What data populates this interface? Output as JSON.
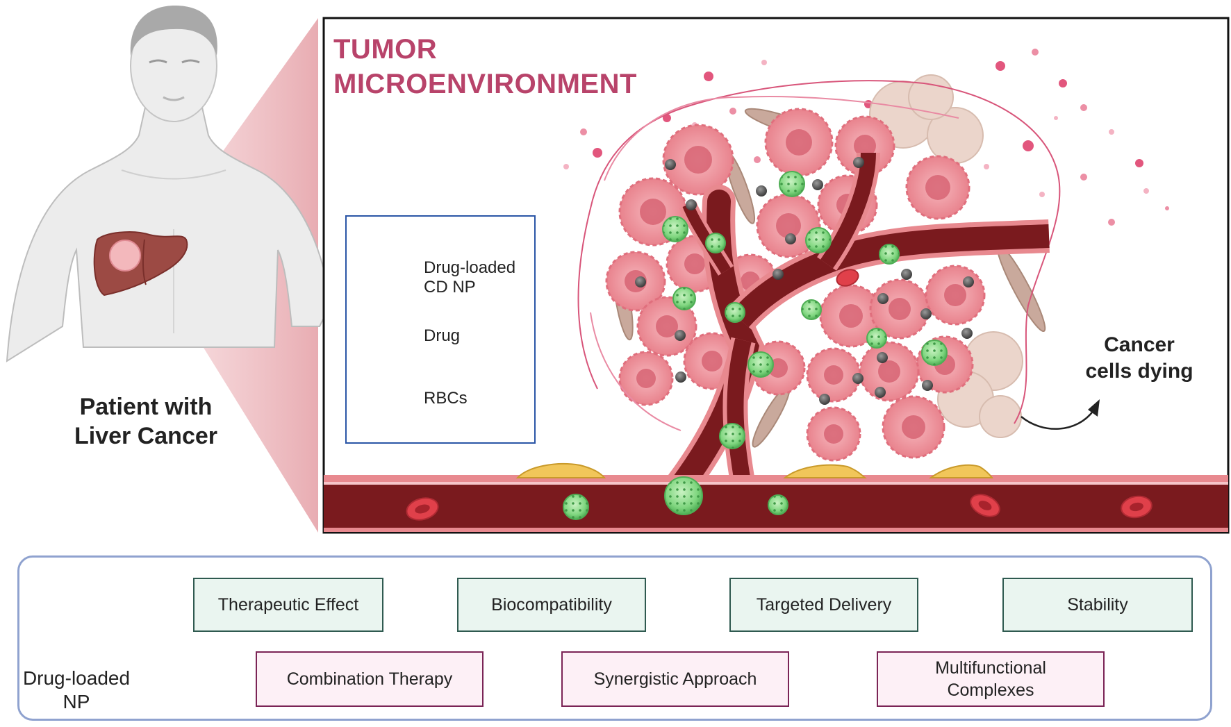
{
  "patient": {
    "label_line1": "Patient with",
    "label_line2": "Liver Cancer"
  },
  "tumor": {
    "title_line1": "TUMOR",
    "title_line2": "MICROENVIRONMENT"
  },
  "legend": {
    "nanoparticle_line1": "Drug-loaded",
    "nanoparticle_line2": "CD NP",
    "drug": "Drug",
    "rbc": "RBCs"
  },
  "dying_label": {
    "line1": "Cancer",
    "line2": "cells dying"
  },
  "bottom": {
    "np_label_line1": "Drug-loaded",
    "np_label_line2": "NP",
    "benefits": [
      "Therapeutic Effect",
      "Biocompatibility",
      "Targeted Delivery",
      "Stability"
    ],
    "approaches": [
      "Combination Therapy",
      "Synergistic Approach"
    ],
    "multifunctional_line1": "Multifunctional",
    "multifunctional_line2": "Complexes"
  },
  "colors": {
    "title_pink": "#b8436a",
    "vessel_dark": "#7a1a1e",
    "vessel_wall": "#e8898f",
    "np_green": "#7fd67f",
    "cell_pink": "#ec8f99",
    "legend_border": "#2a55a6",
    "panel_border": "#8fa2cf"
  }
}
